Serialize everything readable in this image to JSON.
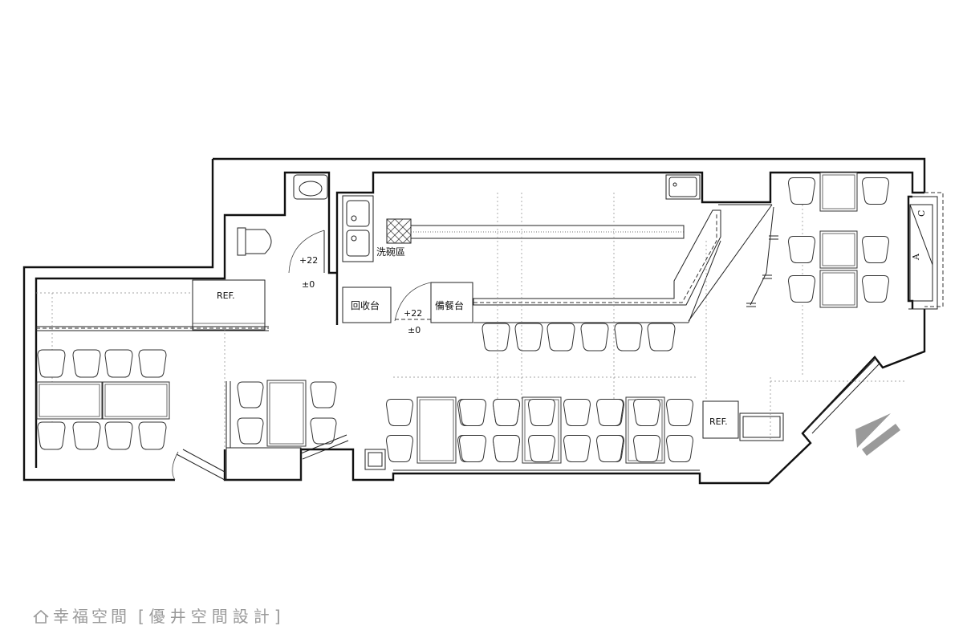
{
  "labels": {
    "ref_left": "REF.",
    "ref_right": "REF.",
    "dish_area": "洗碗區",
    "recycle_counter": "回收台",
    "prep_counter": "備餐台",
    "level_plus_1": "+22",
    "level_zero_1": "±0",
    "level_plus_2": "+22",
    "level_zero_2": "±0",
    "marker_a": "A",
    "marker_c": "C"
  },
  "watermark": {
    "brand": "幸福空間",
    "designer": "[優井空間設計]",
    "logo_icon": "house-outline-icon",
    "color": "#9a9a9a"
  }
}
